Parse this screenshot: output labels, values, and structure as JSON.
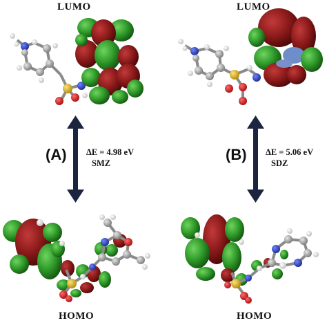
{
  "left": {
    "top_label": "LUMO",
    "bottom_label": "HOMO",
    "panel": "(A)",
    "delta_e": "ΔE = 4.98 eV",
    "compound": "SMZ"
  },
  "right": {
    "top_label": "LUMO",
    "bottom_label": "HOMO",
    "panel": "(B)",
    "delta_e": "ΔE = 5.06 eV",
    "compound": "SDZ"
  },
  "colors": {
    "orbital_positive": "#8b1a1a",
    "orbital_negative": "#2f9a2a",
    "arrow": "#1c2540",
    "carbon": "#9a9a9a",
    "nitrogen": "#2a3fbf",
    "oxygen": "#d21f1f",
    "sulfur": "#d8b21e",
    "hydrogen": "#f0f0f0"
  }
}
